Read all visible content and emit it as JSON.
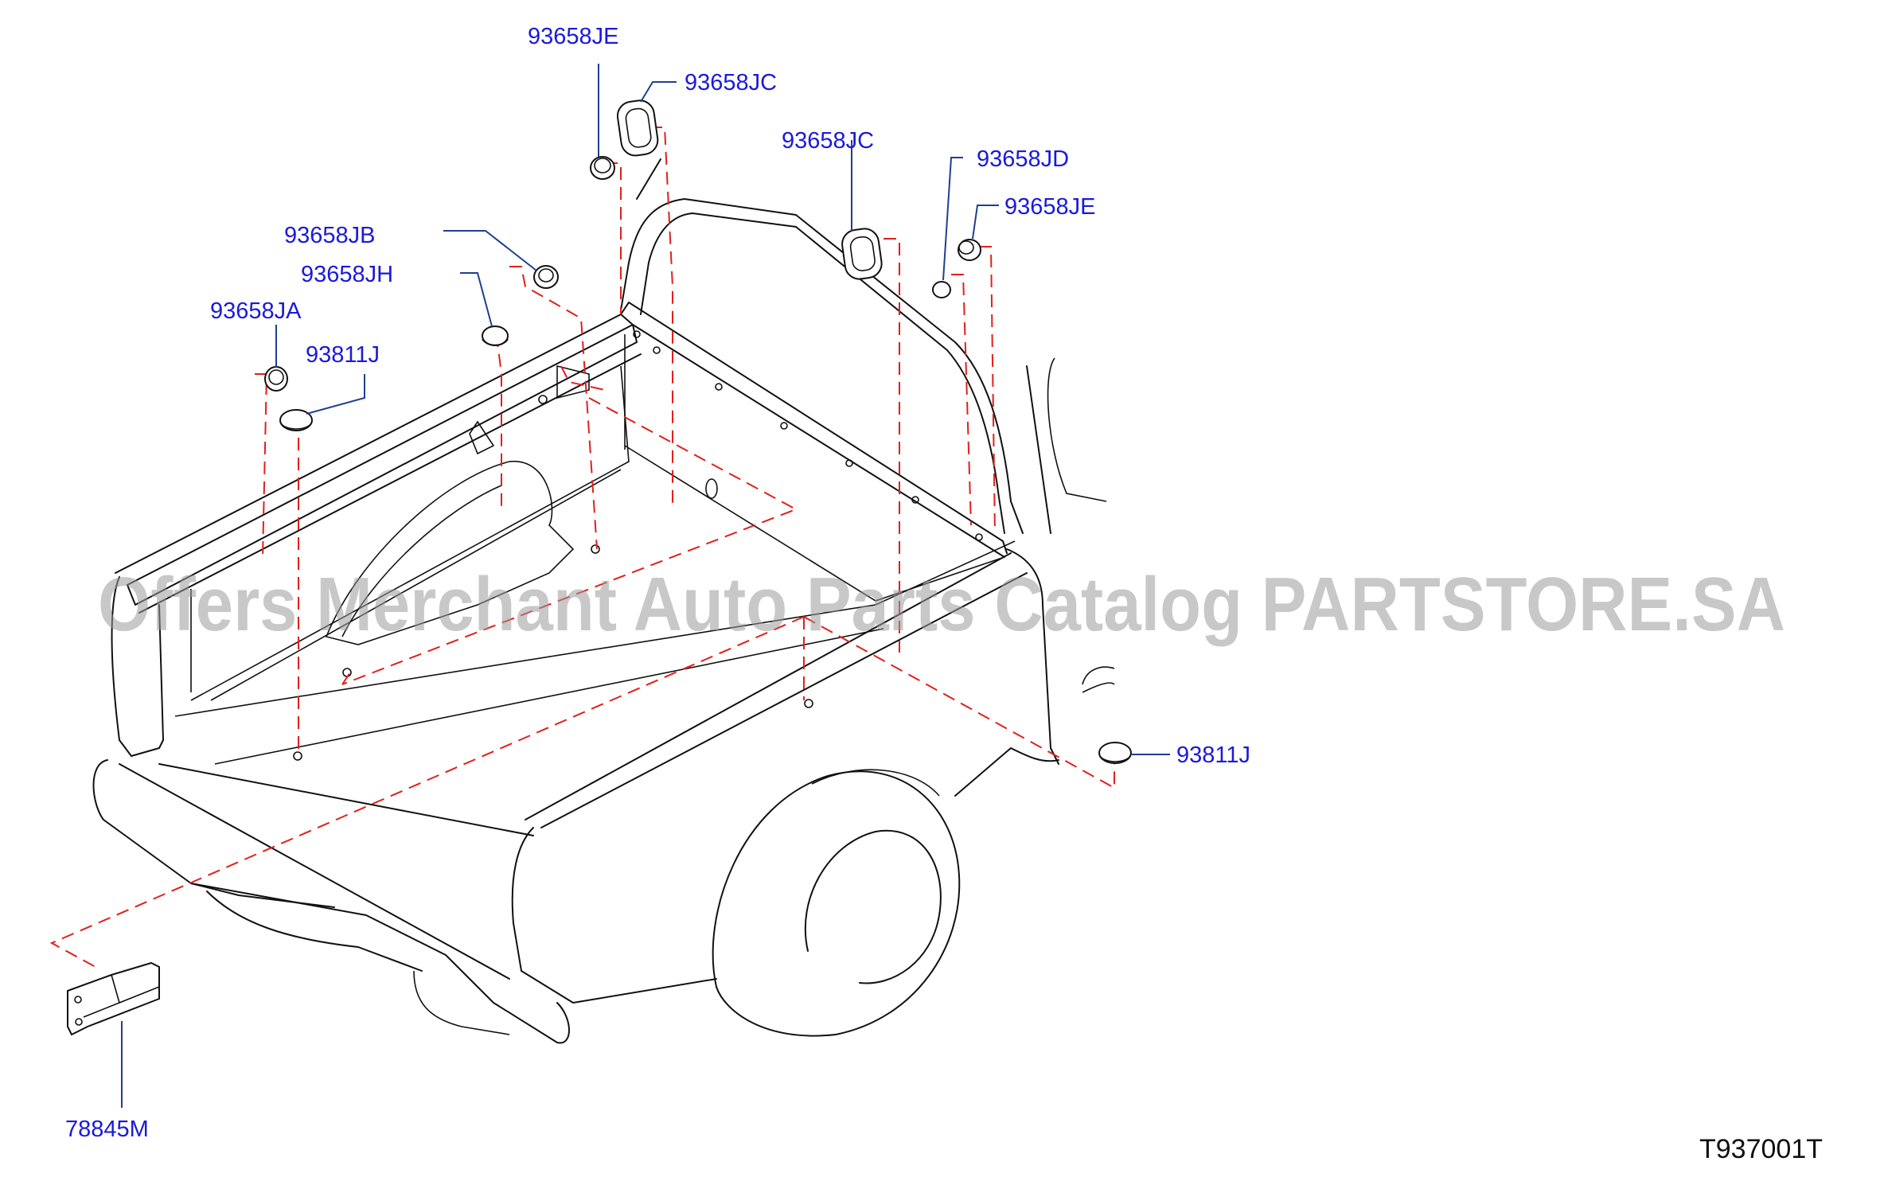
{
  "diagram": {
    "id_code": "T937001T",
    "watermark": "Offers Merchant Auto Parts Catalog PARTSTORE.SA",
    "colors": {
      "label": "#1a1adb",
      "leader": "#1f3f8f",
      "dashed_guide": "#e0201c",
      "outline": "#111111"
    },
    "labels": {
      "je_top": "93658JE",
      "jc_top": "93658JC",
      "jc_mid": "93658JC",
      "jd": "93658JD",
      "je_right": "93658JE",
      "jb": "93658JB",
      "jh": "93658JH",
      "ja": "93658JA",
      "j811_left": "93811J",
      "j811_right": "93811J",
      "m845": "78845M"
    }
  }
}
